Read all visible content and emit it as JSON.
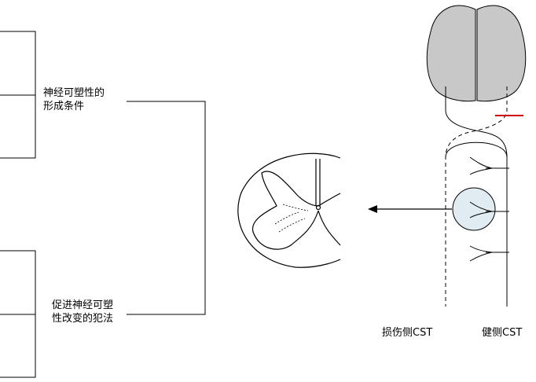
{
  "labels": {
    "conditions_line1": "神经可塑性的",
    "conditions_line2": "形成条件",
    "methods_line1": "促进神经可塑",
    "methods_line2": "性改变的犯法",
    "injured_cst": "损伤侧CST",
    "healthy_cst": "健侧CST"
  },
  "colors": {
    "line": "#000000",
    "brain_fill": "#c8c8c8",
    "circle_fill": "#dce9f0",
    "lesion_mark": "#d00000"
  }
}
